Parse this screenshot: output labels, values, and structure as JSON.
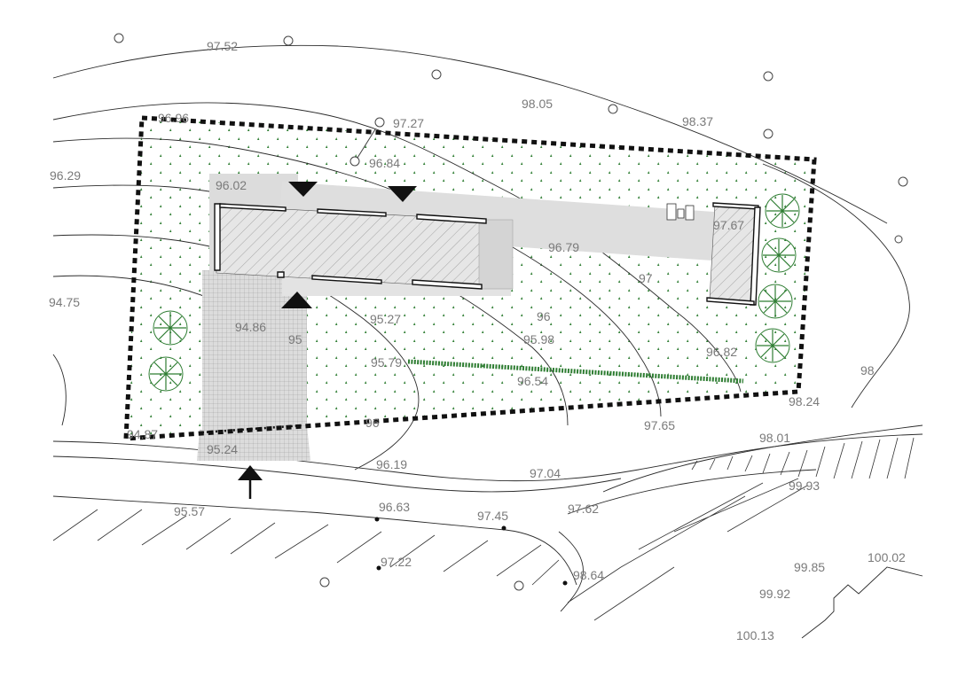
{
  "labels": {
    "e1": "97.52",
    "e2": "98.05",
    "e3": "98.37",
    "e4": "96.96",
    "e5": "97.27",
    "e6": "96.84",
    "e7": "96.29",
    "e8": "96.02",
    "e9": "96.79",
    "e10": "97.67",
    "e11": "97",
    "e12": "94.75",
    "e13": "94.86",
    "e14": "95",
    "e15": "95.27",
    "e16": "96",
    "e17": "95.98",
    "e18": "95.79",
    "e19": "96.54",
    "e20": "96.82",
    "e21": "98",
    "e22": "98.24",
    "e23": "94.87",
    "e24": "96",
    "e25": "97.65",
    "e26": "98.01",
    "e27": "95.24",
    "e28": "96.19",
    "e29": "97.04",
    "e30": "99.93",
    "e31": "95.57",
    "e32": "96.63",
    "e33": "97.45",
    "e34": "97.62",
    "e35": "97.22",
    "e36": "98.64",
    "e37": "99.85",
    "e38": "100.02",
    "e39": "99.92",
    "e40": "100.13"
  },
  "colors": {
    "vegetation": "#2e7d32",
    "boundary": "#111111",
    "paving": "#d9d9d9",
    "text": "#7a7a7a"
  },
  "icons": {
    "entrance_arrow": "arrow-up-icon",
    "entry_markers": "triangle-icon",
    "trees": "tree-icon",
    "survey_circles": "circle-marker-icon"
  }
}
